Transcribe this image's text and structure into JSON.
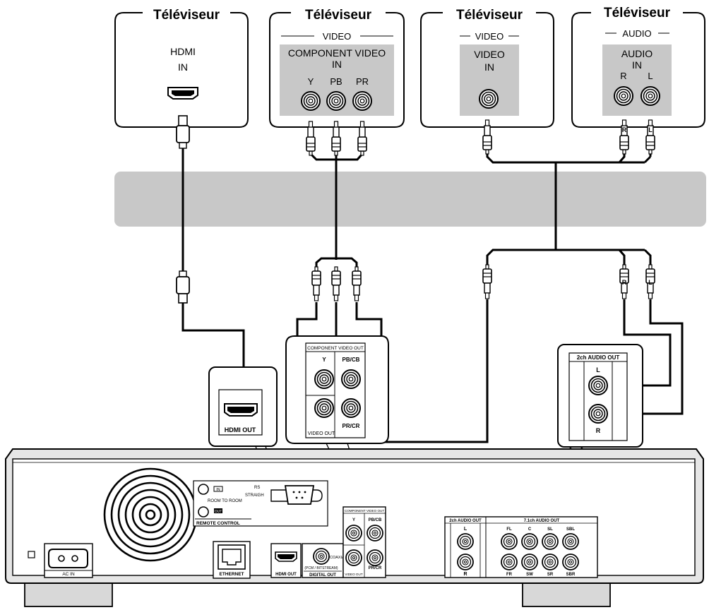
{
  "tv_units": [
    {
      "title": "Téléviseur",
      "lines": [
        "HDMI",
        "IN"
      ]
    },
    {
      "title": "Téléviseur",
      "group": "VIDEO",
      "lines": [
        "COMPONENT VIDEO",
        "IN"
      ],
      "jacks": [
        "Y",
        "PB",
        "PR"
      ]
    },
    {
      "title": "Téléviseur",
      "group": "VIDEO",
      "lines": [
        "VIDEO",
        "IN"
      ]
    },
    {
      "title": "Téléviseur",
      "group": "AUDIO",
      "lines": [
        "AUDIO",
        "IN"
      ],
      "jacks": [
        "R",
        "L"
      ]
    }
  ],
  "cable_plugs": {
    "right": "R",
    "left": "L"
  },
  "player_rear": {
    "hdmi_out": "HDMI OUT",
    "component_video_out": "COMPONENT VIDEO OUT",
    "comp_y": "Y",
    "comp_pb": "PB/CB",
    "comp_pr": "PR/CR",
    "video_out": "VIDEO OUT",
    "audio_2ch_out": "2ch AUDIO OUT",
    "audio_l": "L",
    "audio_r": "R",
    "audio_71_out": "7.1ch AUDIO OUT",
    "ch71_top": [
      "FL",
      "C",
      "SL",
      "SBL"
    ],
    "ch71_bottom": [
      "FR",
      "SW",
      "SR",
      "SBR"
    ],
    "ac_in": "AC IN",
    "ethernet": "ETHERNET",
    "coaxial": "COAXIAL",
    "pcm_bitstream": "(PCM / BITSTREAM)",
    "digital_out": "DIGITAL OUT",
    "rs232_partial": "RS",
    "straight_cable_partial": "STRAIGH",
    "room_in": "IN",
    "room_out": "OUT",
    "room_to_room": "ROOM TO ROOM",
    "remote_control": "REMOTE CONTROL"
  },
  "colors": {
    "line": "#000000",
    "panel": "#ffffff",
    "tv_plate": "#c8c8c8",
    "band": "#c8c8c8",
    "chassis_frame": "#e6e6e6"
  }
}
